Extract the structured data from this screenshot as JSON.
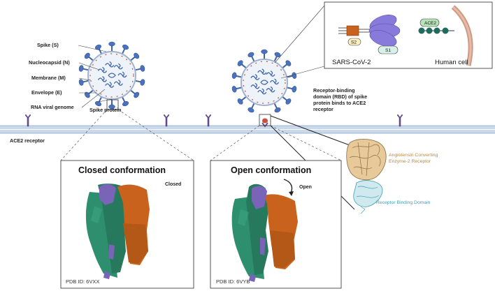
{
  "virus_labels": {
    "spike": "Spike (S)",
    "nucleocapsid": "Nucleocapsid (N)",
    "membrane": "Membrane (M)",
    "envelope": "Envelope (E)",
    "genome": "RNA viral genome",
    "spike_protein": "Spike protein"
  },
  "membrane": {
    "receptor_label": "ACE2 receptor"
  },
  "rbd_note": {
    "line1": "Receptor-binding",
    "line2": "domain (RBD) of spike",
    "line3": "protein binds to ACE2",
    "line4": "receptor"
  },
  "closed_box": {
    "title": "Closed conformation",
    "state": "Closed",
    "pdb": "PDB ID: 6VXX"
  },
  "open_box": {
    "title": "Open conformation",
    "state": "Open",
    "pdb": "PDB ID: 6VYB"
  },
  "inset": {
    "s2": "S2",
    "s1": "S1",
    "ace2": "ACE2",
    "virus": "SARS-CoV-2",
    "cell": "Human cell"
  },
  "complex": {
    "ace_line1": "Angiotensin Converting",
    "ace_line2": "Enzyme-2 Receptor",
    "rbd": "Receptor Binding Domain"
  },
  "colors": {
    "green": "#2e8f6e",
    "orange": "#c9621c",
    "purple": "#7a64b8",
    "membrane": "#c9d8ea",
    "spike_blue": "#3f64a8",
    "envelope_red": "#c8503e"
  }
}
